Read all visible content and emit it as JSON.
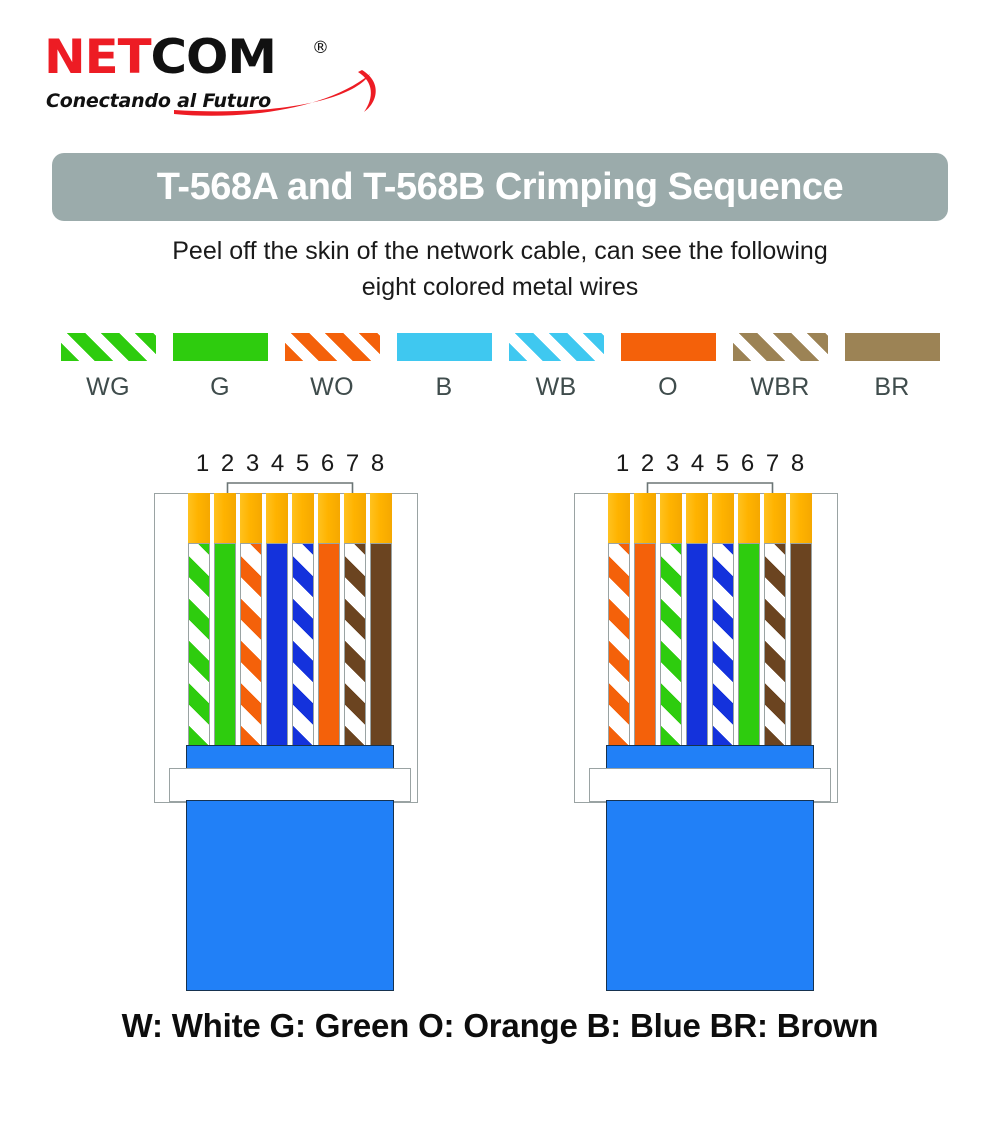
{
  "logo": {
    "part_red": "NET",
    "part_black": "COM",
    "registered_mark": "®",
    "tagline": "Conectando al Futuro",
    "red": "#ED1C24",
    "black": "#111111"
  },
  "header": {
    "title": "T-568A and T-568B Crimping Sequence",
    "banner_color": "#9BABAB",
    "title_color": "#FFFFFF",
    "subtitle_line1": "Peel off the skin of the network cable, can see the following",
    "subtitle_line2": "eight colored metal wires"
  },
  "colors": {
    "green": "#2ECC0E",
    "orange": "#F4610A",
    "cyan": "#3FC8F0",
    "blue": "#1432DC",
    "brown": "#6B4420",
    "tan": "#9C8355",
    "white": "#FFFFFF",
    "gold_pin": "#FFB300",
    "jacket_blue": "#2180F7",
    "frame_gray": "#9AA3A3",
    "label_gray": "#3F4C4C"
  },
  "legend": {
    "items": [
      {
        "label": "WG",
        "style": "striped",
        "color": "#2ECC0E"
      },
      {
        "label": "G",
        "style": "solid",
        "color": "#2ECC0E"
      },
      {
        "label": "WO",
        "style": "striped",
        "color": "#F4610A"
      },
      {
        "label": "B",
        "style": "solid",
        "color": "#3FC8F0"
      },
      {
        "label": "WB",
        "style": "striped",
        "color": "#3FC8F0"
      },
      {
        "label": "O",
        "style": "solid",
        "color": "#F4610A"
      },
      {
        "label": "WBR",
        "style": "striped",
        "color": "#9C8355"
      },
      {
        "label": "BR",
        "style": "solid",
        "color": "#9C8355"
      }
    ]
  },
  "connectors": [
    {
      "id": "t568a",
      "name": "T-568A",
      "pin_numbers": [
        "1",
        "2",
        "3",
        "4",
        "5",
        "6",
        "7",
        "8"
      ],
      "bracket_from_pin": 2,
      "bracket_to_pin": 7,
      "wires": [
        {
          "pin": 1,
          "label": "WG",
          "style": "striped",
          "color": "#2ECC0E"
        },
        {
          "pin": 2,
          "label": "G",
          "style": "solid",
          "color": "#2ECC0E"
        },
        {
          "pin": 3,
          "label": "WO",
          "style": "striped",
          "color": "#F4610A"
        },
        {
          "pin": 4,
          "label": "B",
          "style": "solid",
          "color": "#1432DC"
        },
        {
          "pin": 5,
          "label": "WB",
          "style": "striped",
          "color": "#1432DC"
        },
        {
          "pin": 6,
          "label": "O",
          "style": "solid",
          "color": "#F4610A"
        },
        {
          "pin": 7,
          "label": "WBR",
          "style": "striped",
          "color": "#6B4420"
        },
        {
          "pin": 8,
          "label": "BR",
          "style": "solid",
          "color": "#6B4420"
        }
      ]
    },
    {
      "id": "t568b",
      "name": "T-568B",
      "pin_numbers": [
        "1",
        "2",
        "3",
        "4",
        "5",
        "6",
        "7",
        "8"
      ],
      "bracket_from_pin": 2,
      "bracket_to_pin": 7,
      "wires": [
        {
          "pin": 1,
          "label": "WO",
          "style": "striped",
          "color": "#F4610A"
        },
        {
          "pin": 2,
          "label": "O",
          "style": "solid",
          "color": "#F4610A"
        },
        {
          "pin": 3,
          "label": "WG",
          "style": "striped",
          "color": "#2ECC0E"
        },
        {
          "pin": 4,
          "label": "B",
          "style": "solid",
          "color": "#1432DC"
        },
        {
          "pin": 5,
          "label": "WB",
          "style": "striped",
          "color": "#1432DC"
        },
        {
          "pin": 6,
          "label": "G",
          "style": "solid",
          "color": "#2ECC0E"
        },
        {
          "pin": 7,
          "label": "WBR",
          "style": "striped",
          "color": "#6B4420"
        },
        {
          "pin": 8,
          "label": "BR",
          "style": "solid",
          "color": "#6B4420"
        }
      ]
    }
  ],
  "footer": {
    "caption": "W: White G: Green O: Orange B: Blue BR: Brown"
  }
}
